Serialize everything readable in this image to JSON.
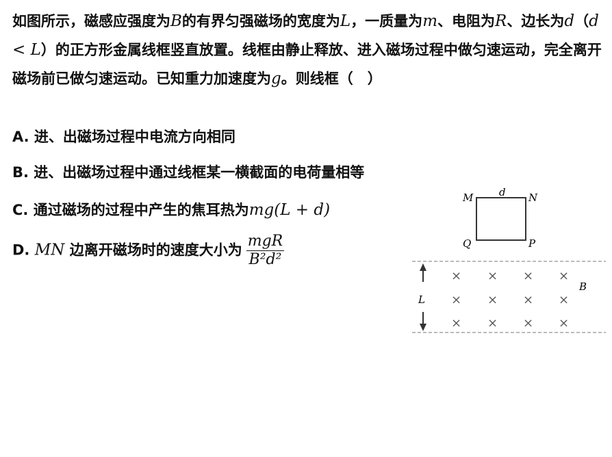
{
  "question": {
    "p1": "如图所示，磁感应强度为",
    "B": "B",
    "p2": "的有界匀强磁场的宽度为",
    "L": "L",
    "p3": "，一质量为",
    "m": "m",
    "p4": "、电阻为",
    "R": "R",
    "p5": "、边长为",
    "d": "d",
    "p6": "（",
    "ineq": "d < L",
    "p7": "）的正方形金属线框竖直放置。线框由静止释放、进入磁场过程中做匀速运动，完全离开磁场前已做匀速运动。已知重力加速度为",
    "g": "g",
    "p8": "。则线框（　）"
  },
  "options": {
    "A": "A. 进、出磁场过程中电流方向相同",
    "B": "B. 进、出磁场过程中通过线框某一横截面的电荷量相等",
    "C_text": "C. 通过磁场的过程中产生的焦耳热为",
    "C_math": "mg(L + d)",
    "D_label": "D.",
    "D_math": "MN",
    "D_text": "边离开磁场时的速度大小为",
    "D_num": "mgR",
    "D_den": "B²d²"
  },
  "figure": {
    "M": "M",
    "N": "N",
    "P": "P",
    "Q": "Q",
    "d": "d",
    "L": "L",
    "B": "B",
    "cross": "×"
  }
}
